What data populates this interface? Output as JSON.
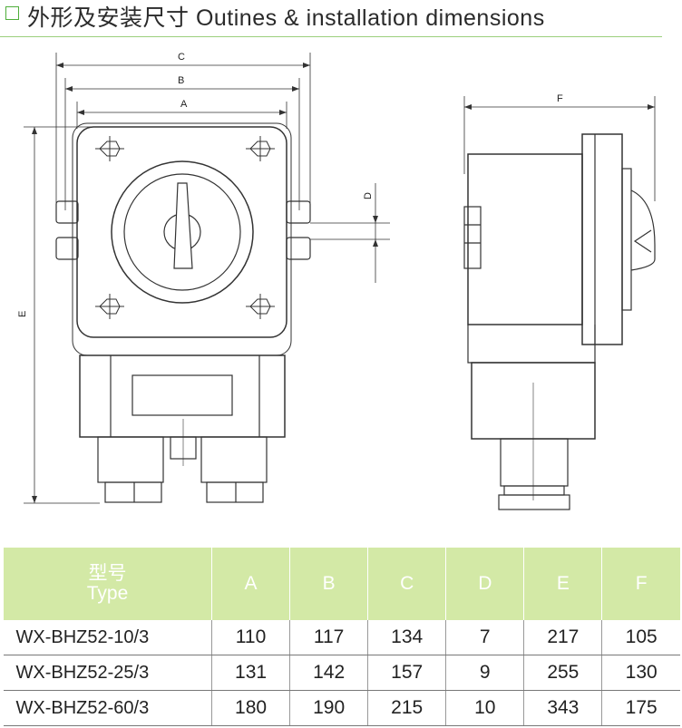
{
  "header": {
    "title": "外形及安装尺寸 Outines & installation dimensions"
  },
  "drawing": {
    "front_labels": {
      "c": "C",
      "b": "B",
      "a": "A",
      "d": "D",
      "e": "E"
    },
    "side_labels": {
      "f": "F"
    }
  },
  "table": {
    "type_header_cn": "型号",
    "type_header_en": "Type",
    "columns": [
      "A",
      "B",
      "C",
      "D",
      "E",
      "F"
    ],
    "rows": [
      {
        "type": "WX-BHZ52-10/3",
        "values": [
          "110",
          "117",
          "134",
          "7",
          "217",
          "105"
        ]
      },
      {
        "type": "WX-BHZ52-25/3",
        "values": [
          "131",
          "142",
          "157",
          "9",
          "255",
          "130"
        ]
      },
      {
        "type": "WX-BHZ52-60/3",
        "values": [
          "180",
          "190",
          "215",
          "10",
          "343",
          "175"
        ]
      }
    ]
  },
  "colors": {
    "accent_green": "#4fae3b",
    "header_rule": "#9bcf7d",
    "table_header_bg": "#d3e9a6"
  }
}
